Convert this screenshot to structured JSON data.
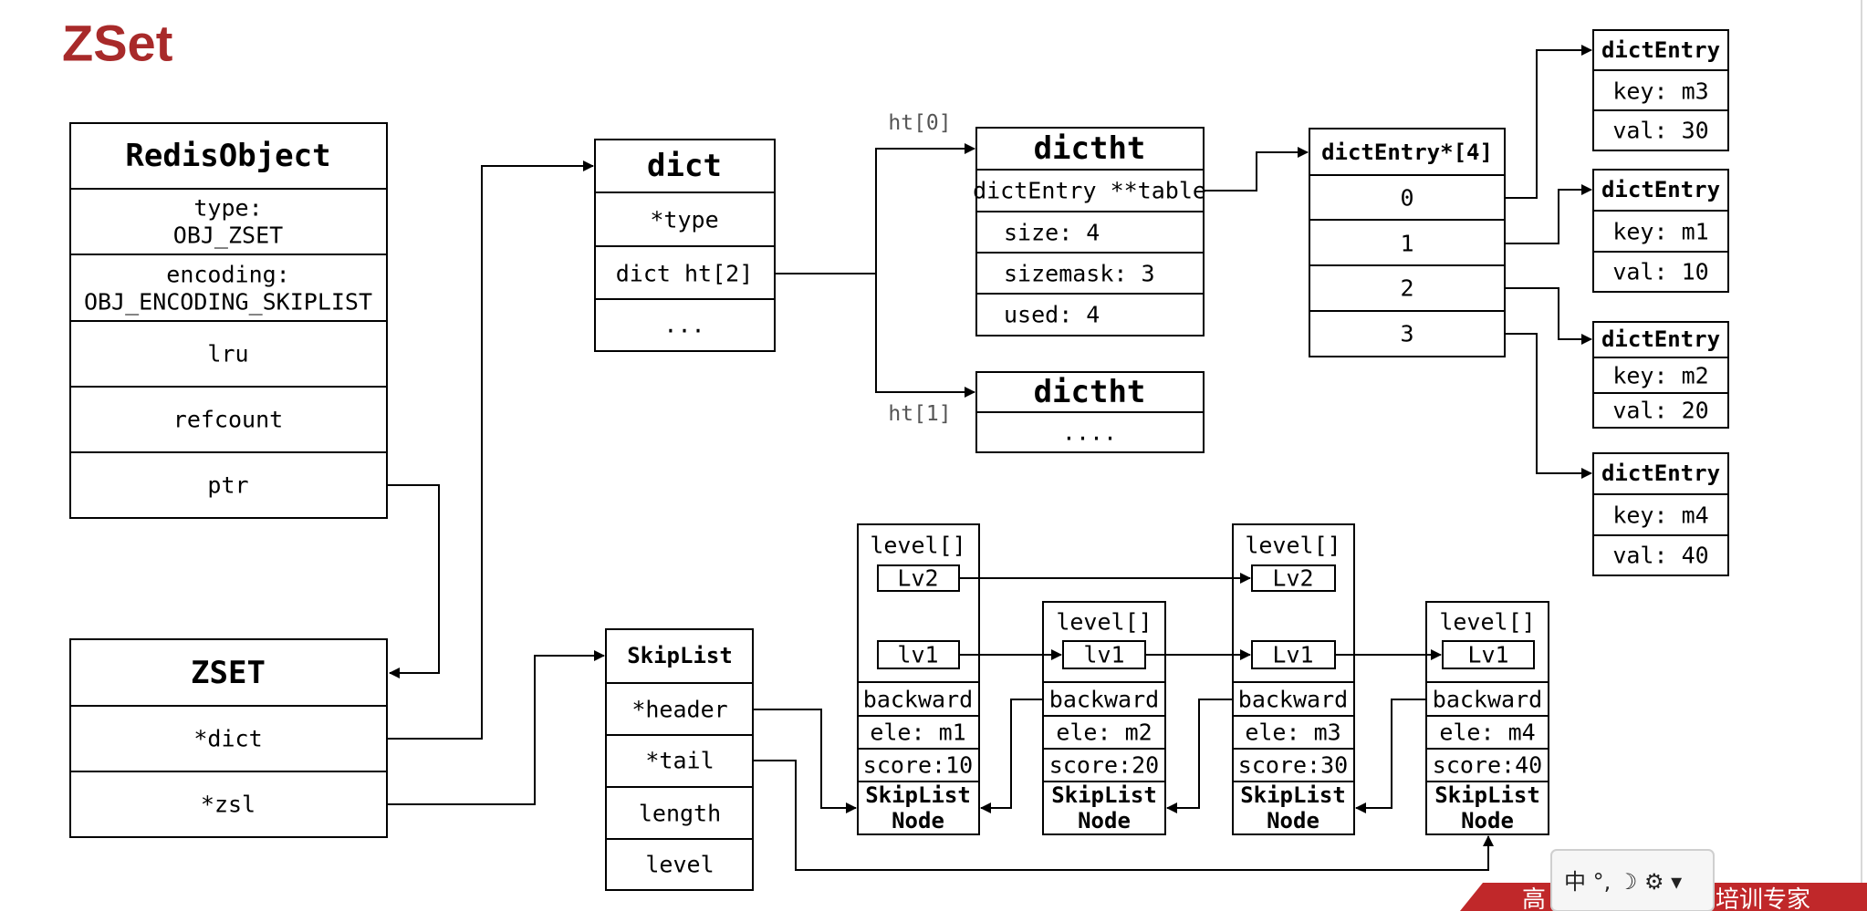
{
  "title": "ZSet",
  "redis_object": {
    "header": "RedisObject",
    "type_label": "type:",
    "type_value": "OBJ_ZSET",
    "encoding_label": "encoding:",
    "encoding_value": "OBJ_ENCODING_SKIPLIST",
    "lru": "lru",
    "refcount": "refcount",
    "ptr": "ptr"
  },
  "zset": {
    "header": "ZSET",
    "dict": "*dict",
    "zsl": "*zsl"
  },
  "dict": {
    "header": "dict",
    "type": "*type",
    "ht": "dict ht[2]",
    "more": "..."
  },
  "ht_labels": {
    "ht0": "ht[0]",
    "ht1": "ht[1]"
  },
  "dictht0": {
    "header": "dictht",
    "table": "dictEntry **table",
    "size": "size: 4",
    "sizemask": "sizemask: 3",
    "used": "used: 4"
  },
  "dictht1": {
    "header": "dictht",
    "more": "...."
  },
  "entry_array": {
    "header": "dictEntry*[4]",
    "slots": [
      "0",
      "1",
      "2",
      "3"
    ]
  },
  "dict_entries": [
    {
      "header": "dictEntry",
      "key": "key: m3",
      "val": "val: 30"
    },
    {
      "header": "dictEntry",
      "key": "key: m1",
      "val": "val: 10"
    },
    {
      "header": "dictEntry",
      "key": "key: m2",
      "val": "val: 20"
    },
    {
      "header": "dictEntry",
      "key": "key: m4",
      "val": "val: 40"
    }
  ],
  "skiplist": {
    "header": "SkipList",
    "head": "*header",
    "tail": "*tail",
    "length": "length",
    "level": "level"
  },
  "skiplist_nodes": [
    {
      "level": "level[]",
      "lv2": "Lv2",
      "lv1": "lv1",
      "backward": "backward",
      "ele": "ele: m1",
      "score": "score:10",
      "type1": "SkipList",
      "type2": "Node"
    },
    {
      "level": "level[]",
      "lv1": "lv1",
      "backward": "backward",
      "ele": "ele: m2",
      "score": "score:20",
      "type1": "SkipList",
      "type2": "Node"
    },
    {
      "level": "level[]",
      "lv2": "Lv2",
      "lv1": "Lv1",
      "backward": "backward",
      "ele": "ele: m3",
      "score": "score:30",
      "type1": "SkipList",
      "type2": "Node"
    },
    {
      "level": "level[]",
      "lv1": "Lv1",
      "backward": "backward",
      "ele": "ele: m4",
      "score": "score:40",
      "type1": "SkipList",
      "type2": "Node"
    }
  ],
  "footer": {
    "left": "高",
    "right": "培训专家",
    "accent": "#c0282a"
  },
  "ime_toolbar": {
    "text": "中 °, ☽ ⚙ ▾"
  },
  "colors": {
    "title": "#a82a2a",
    "footer_band": "#c0282a"
  }
}
